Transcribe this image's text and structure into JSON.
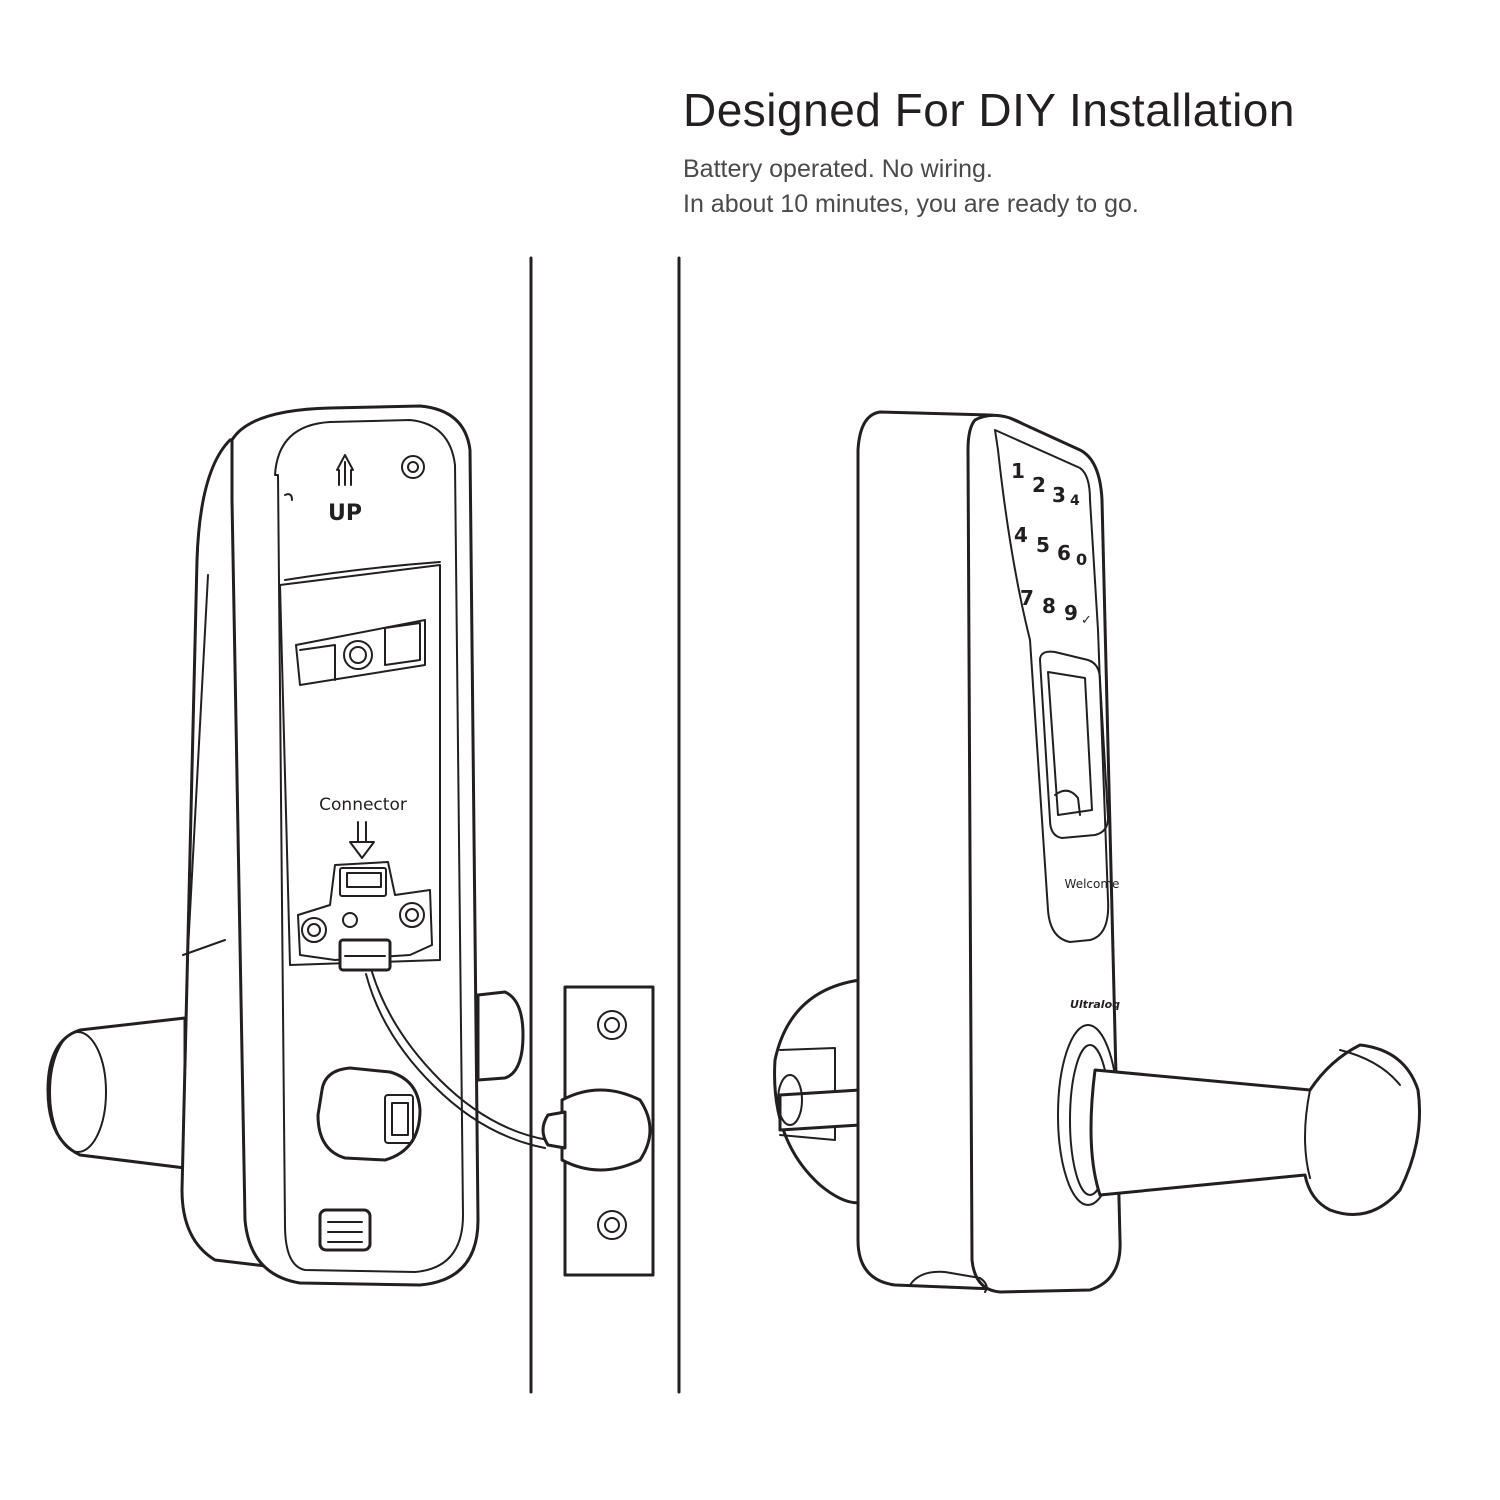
{
  "title": "Designed For DIY Installation",
  "subtitle_lines": [
    "Battery operated. No wiring.",
    "In about 10 minutes, you are ready to go."
  ],
  "interior_unit": {
    "up_label": "UP",
    "connector_label": "Connector"
  },
  "exterior_unit": {
    "keypad_keys": [
      "1",
      "2",
      "3",
      "4",
      "5",
      "6",
      "0",
      "7",
      "8",
      "9",
      "✓"
    ],
    "welcome_label": "Welcome",
    "brand_label": "Ultraloq"
  }
}
